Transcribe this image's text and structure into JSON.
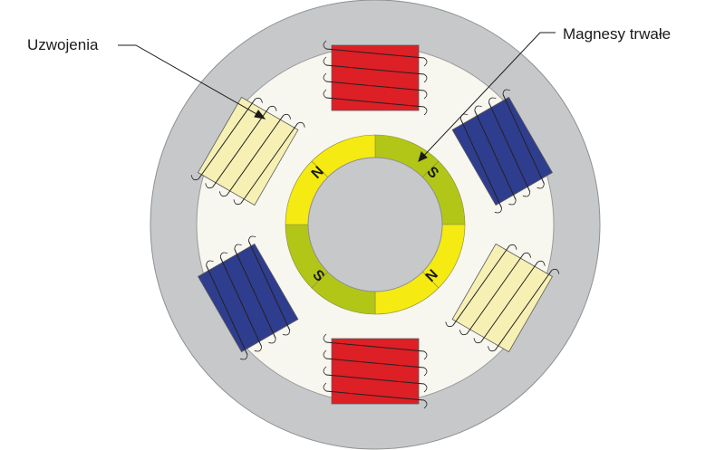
{
  "labels": {
    "windings": "Uzwojenia",
    "magnets": "Magnesy trwałe"
  },
  "poles": [
    "N",
    "S",
    "N",
    "S"
  ],
  "colors": {
    "stator": "#c6c8ca",
    "stator_interior": "#f7f6ef",
    "rotor_core": "#c6c8ca",
    "magnet_yellow": "#f5ea11",
    "magnet_green": "#b2c618",
    "coil_red": "#dd1f26",
    "coil_blue": "#2f3d8f",
    "coil_cream": "#f6f0b4",
    "wire": "#222222"
  }
}
